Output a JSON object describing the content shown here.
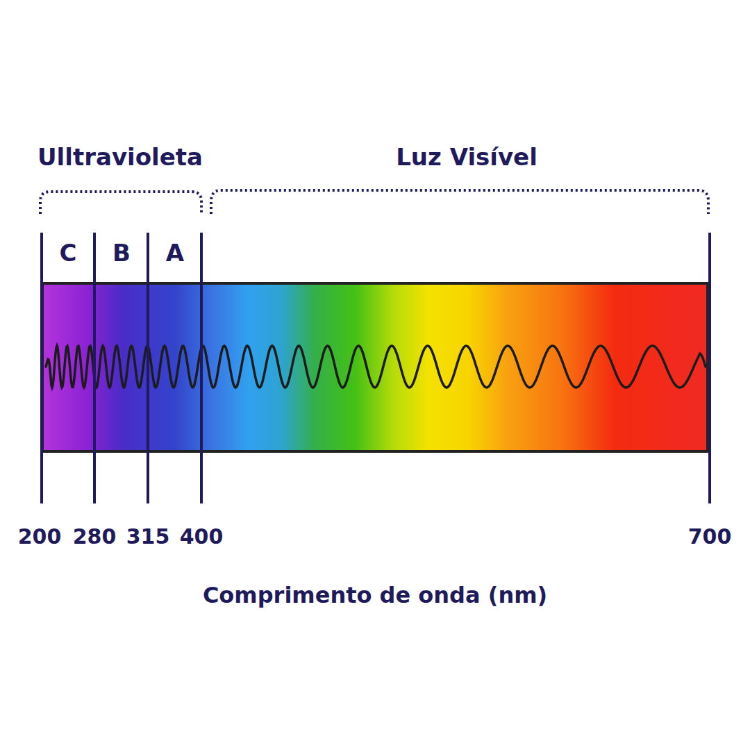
{
  "diagram": {
    "labels": [
      "Ulltravioleta",
      "Luz Visível",
      "C",
      "B",
      "A",
      "200",
      "280",
      "315",
      "400",
      "700",
      "Comprimento de onda (nm)"
    ]
  }
}
